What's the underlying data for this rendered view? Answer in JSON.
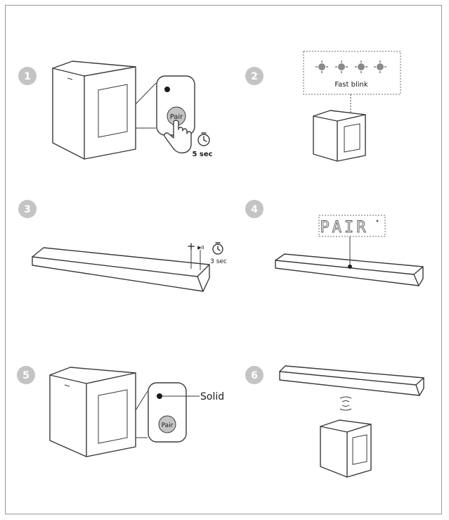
{
  "steps": [
    {
      "number": "1",
      "button_label": "Pair",
      "duration": "5 sec"
    },
    {
      "number": "2",
      "indicator_caption": "Fast blink"
    },
    {
      "number": "3",
      "plus_symbol": "+",
      "play_pause_symbol": "▶II",
      "duration": "3 sec"
    },
    {
      "number": "4",
      "display_text": "PAIR"
    },
    {
      "number": "5",
      "indicator_caption": "Solid",
      "button_label": "Pair"
    },
    {
      "number": "6"
    }
  ],
  "colors": {
    "badge": "#c4c4c4",
    "line": "#3a3a3a",
    "border": "#9a9a9a"
  }
}
